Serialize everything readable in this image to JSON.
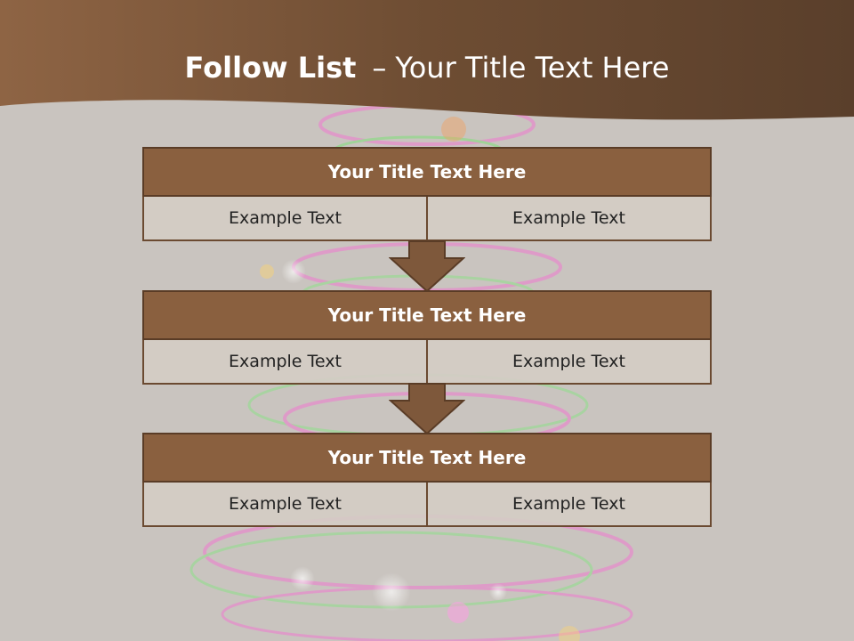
{
  "title": {
    "bold": "Follow List",
    "separator": "–",
    "rest": "Your Title Text Here"
  },
  "colors": {
    "banner": "#7b5638",
    "header_fill": "#8a603f",
    "cell_fill": "#d4ccc4",
    "background": "#c9c4bf"
  },
  "blocks": [
    {
      "title": "Your Title Text Here",
      "left": "Example Text",
      "right": "Example Text"
    },
    {
      "title": "Your Title Text Here",
      "left": "Example Text",
      "right": "Example Text"
    },
    {
      "title": "Your Title Text Here",
      "left": "Example Text",
      "right": "Example Text"
    }
  ],
  "icons": {
    "connector": "down-arrow-icon",
    "background": "light-swirl-tree"
  }
}
